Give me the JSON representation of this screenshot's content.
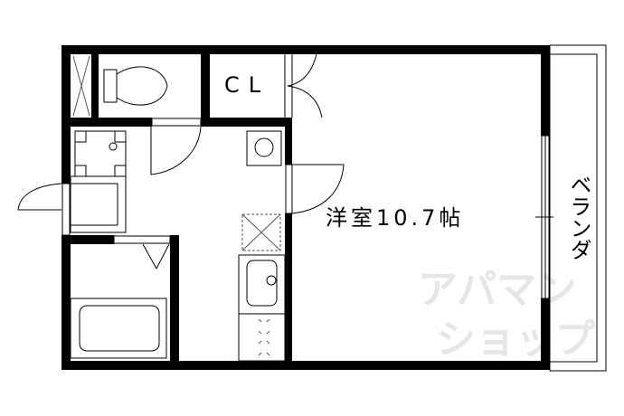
{
  "plan": {
    "closet_label": "CL",
    "main_room_label": "洋室10.7帖",
    "balcony_label": "ベランダ",
    "watermark_line1": "アパマン",
    "watermark_line2": "ショップ"
  },
  "colors": {
    "wall": "#000000",
    "watermark": "#e6e6e6"
  }
}
